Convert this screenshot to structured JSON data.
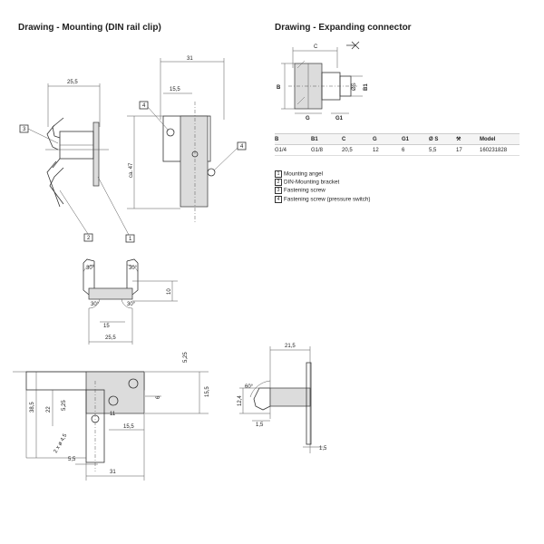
{
  "titles": {
    "left": "Drawing - Mounting  (DIN rail clip)",
    "right": "Drawing - Expanding connector"
  },
  "table": {
    "headers": [
      "B",
      "B1",
      "C",
      "G",
      "G1",
      "Ø S",
      "",
      "Model"
    ],
    "wrench_icon": "wrench-icon",
    "row": [
      "G1/4",
      "G1/8",
      "20,5",
      "12",
      "6",
      "5,5",
      "17",
      "160231828"
    ]
  },
  "legend": [
    {
      "num": "1",
      "text": "Mounting angel"
    },
    {
      "num": "2",
      "text": "DIN-Mounting bracket"
    },
    {
      "num": "3",
      "text": "Fastening screw"
    },
    {
      "num": "4",
      "text": "Fastening screw (pressure switch)"
    }
  ],
  "connector_labels": {
    "c": "C",
    "b": "B",
    "b1": "B1",
    "s": "ØS",
    "g": "G",
    "g1": "G1"
  },
  "callouts": {
    "one": "1",
    "two": "2",
    "three": "3",
    "four": "4"
  },
  "dims": {
    "top_left_width": "25,5",
    "top_right_width": "31",
    "top_right_inner": "15,5",
    "top_right_height": "ca. 47",
    "clip_ang1": "30°",
    "clip_ang2": "30°",
    "clip_ang3": "30°",
    "clip_ang4": "30°",
    "clip_height": "10",
    "clip_inner": "15",
    "clip_width": "25,5",
    "bl_h1": "38,5",
    "bl_h2": "22",
    "bl_h3": "5,25",
    "bl_h4": "5,25",
    "bl_h5": "15,5",
    "bl_6": "6",
    "bl_155": "15,5",
    "bl_11": "11",
    "bl_diam": "2 x ø 4,5",
    "bl_55": "5,5",
    "bl_31": "31",
    "br_215": "21,5",
    "br_124": "12,4",
    "br_15a": "1,5",
    "br_15b": "1,5",
    "br_60": "60°"
  }
}
